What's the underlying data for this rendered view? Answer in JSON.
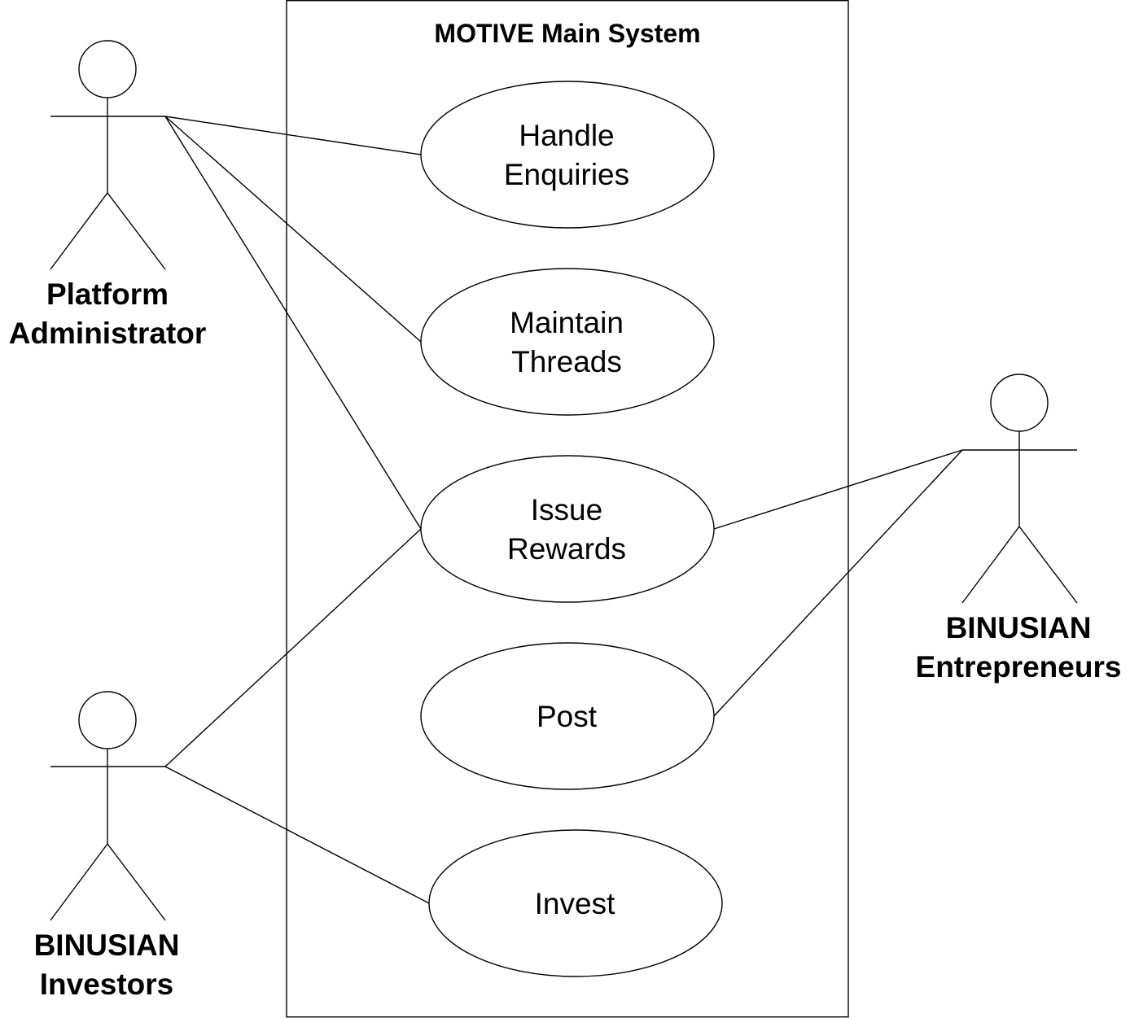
{
  "system": {
    "title": "MOTIVE Main System"
  },
  "actors": {
    "platform_administrator": {
      "line1": "Platform",
      "line2": "Administrator"
    },
    "binusian_investors": {
      "line1": "BINUSIAN",
      "line2": "Investors"
    },
    "binusian_entrepreneurs": {
      "line1": "BINUSIAN",
      "line2": "Entrepreneurs"
    }
  },
  "use_cases": {
    "handle_enquiries": {
      "line1": "Handle",
      "line2": "Enquiries"
    },
    "maintain_threads": {
      "line1": "Maintain",
      "line2": "Threads"
    },
    "issue_rewards": {
      "line1": "Issue",
      "line2": "Rewards"
    },
    "post": {
      "line1": "Post"
    },
    "invest": {
      "line1": "Invest"
    }
  },
  "associations": [
    {
      "actor": "Platform Administrator",
      "use_case": "Handle Enquiries"
    },
    {
      "actor": "Platform Administrator",
      "use_case": "Maintain Threads"
    },
    {
      "actor": "Platform Administrator",
      "use_case": "Issue Rewards"
    },
    {
      "actor": "BINUSIAN Investors",
      "use_case": "Issue Rewards"
    },
    {
      "actor": "BINUSIAN Investors",
      "use_case": "Invest"
    },
    {
      "actor": "BINUSIAN Entrepreneurs",
      "use_case": "Issue Rewards"
    },
    {
      "actor": "BINUSIAN Entrepreneurs",
      "use_case": "Post"
    }
  ],
  "colors": {
    "stroke": "#000000",
    "background": "#ffffff"
  }
}
